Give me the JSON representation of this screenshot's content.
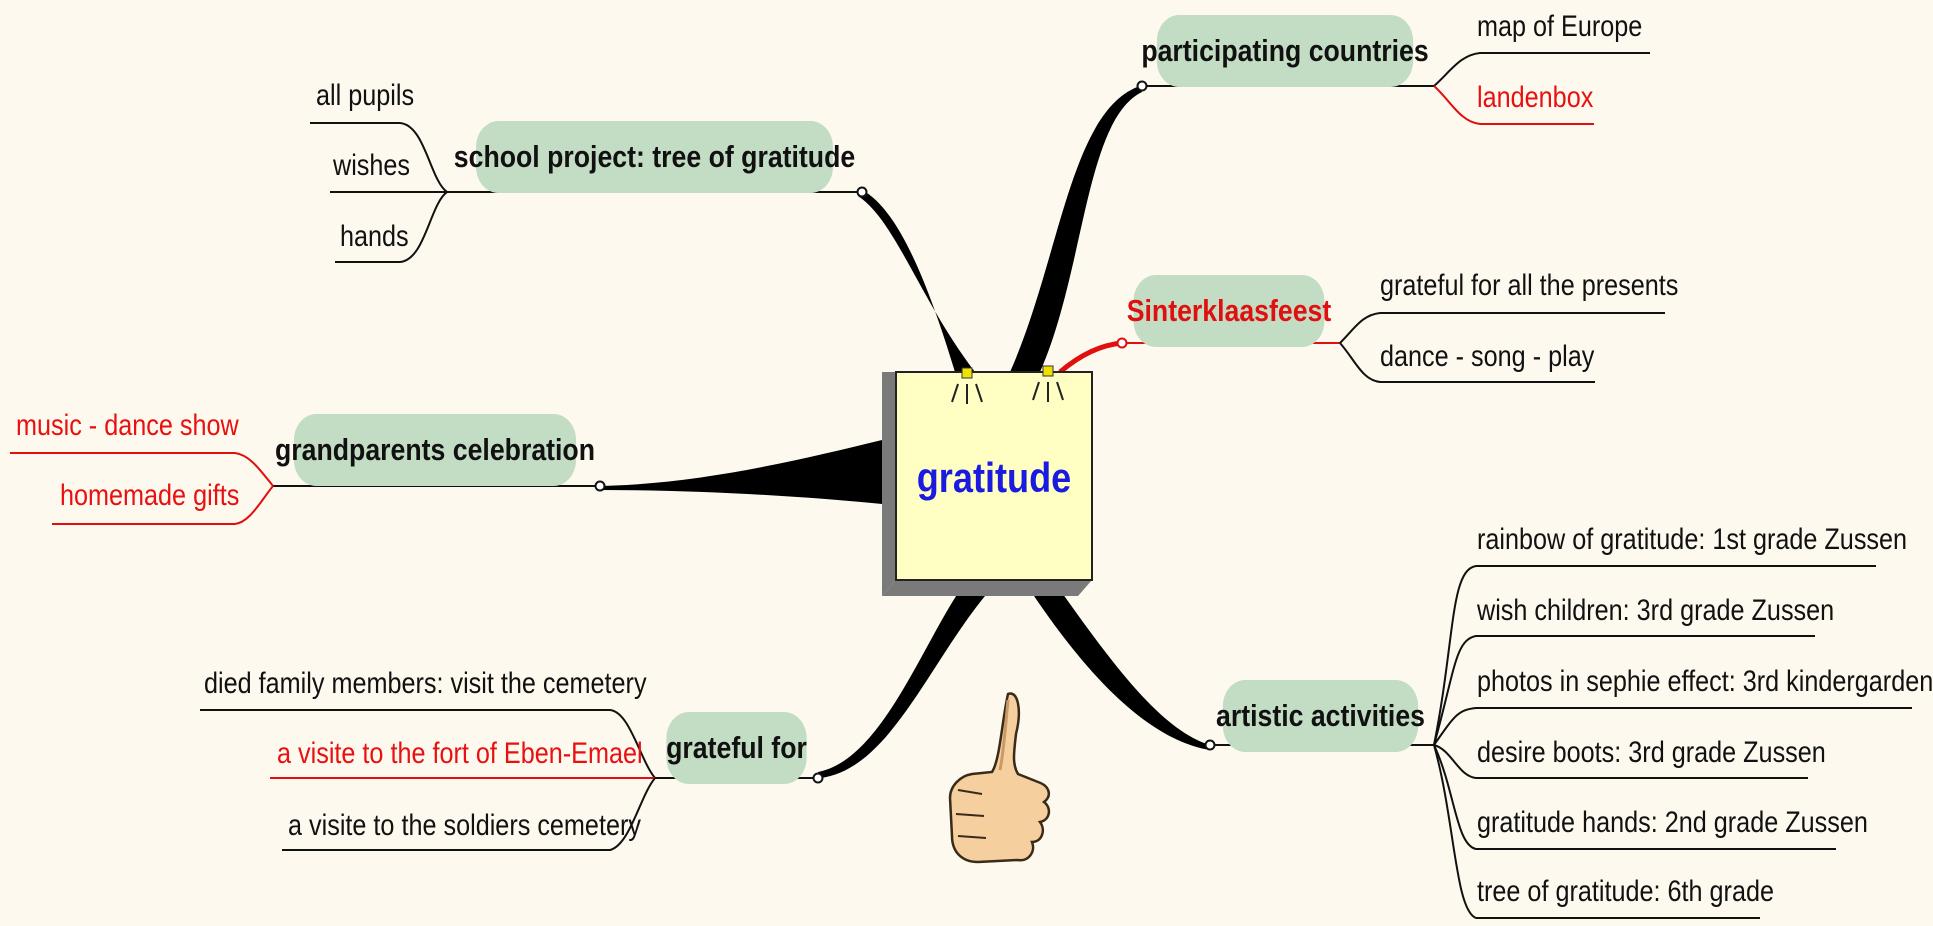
{
  "center": {
    "label": "gratitude"
  },
  "branches": {
    "school_project": {
      "label": "school project: tree of gratitude",
      "leaves": [
        "all pupils",
        "wishes",
        "hands"
      ]
    },
    "grandparents": {
      "label": "grandparents celebration",
      "leaves": [
        "music - dance show",
        "homemade gifts"
      ]
    },
    "grateful_for": {
      "label": "grateful for",
      "leaves": [
        "died family members: visit the cemetery",
        "a visite to the fort of Eben-Emael",
        "a visite to the soldiers cemetery"
      ]
    },
    "participating": {
      "label": "participating countries",
      "leaves": [
        "map of Europe",
        "landenbox"
      ]
    },
    "sinterklaas": {
      "label": "Sinterklaasfeest",
      "leaves": [
        "grateful for all the presents",
        "dance - song - play"
      ]
    },
    "artistic": {
      "label": "artistic activities",
      "leaves": [
        "rainbow of gratitude: 1st grade Zussen",
        "wish children: 3rd grade Zussen",
        "photos in sephie effect: 3rd kindergarden",
        "desire boots: 3rd grade Zussen",
        "gratitude hands: 2nd grade Zussen",
        "tree of gratitude: 6th grade"
      ]
    }
  },
  "colors": {
    "background": "#fdf9ee",
    "branch_fill": "#c2ddc4",
    "center_fill": "#ffffc4",
    "center_text": "#1a1ae0",
    "highlight_red": "#e01010",
    "connector": "#000000"
  },
  "icons": [
    "light-bulb-icon",
    "thumbs-up-icon"
  ]
}
